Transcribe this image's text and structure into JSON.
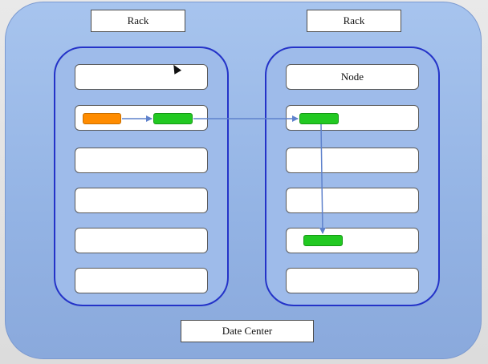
{
  "rack_labels": [
    "Rack",
    "Rack"
  ],
  "node_label": "Node",
  "datacenter_label": "Date Center",
  "colors": {
    "datacenter_fill": "#9ab8e8",
    "rack_border": "#2433c8",
    "data_block": "#22c922",
    "source_block": "#ff8c00",
    "arrow": "#5f82cc"
  }
}
